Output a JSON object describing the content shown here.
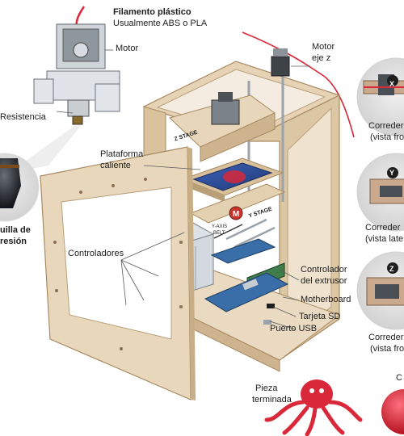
{
  "labels": {
    "filament_title": "Filamento plástico",
    "filament_sub": "Usualmente ABS o PLA",
    "motor": "Motor",
    "resistance": "Resistencia",
    "nozzle_line1": "uilla de",
    "nozzle_line2": "resión",
    "motor_z_line1": "Motor",
    "motor_z_line2": "eje z",
    "z_stage": "Z STAGE",
    "heated_platform_line1": "Plataforma",
    "heated_platform_line2": "caliente",
    "y_stage": "Y STAGE",
    "y_axis_belt_line1": "Y-AXIS",
    "y_axis_belt_line2": "BELT",
    "controllers": "Controladores",
    "extruder_controller_line1": "Controlador",
    "extruder_controller_line2": "del extrusor",
    "motherboard": "Motherboard",
    "sd_card": "Tarjeta SD",
    "usb_port": "Puerto USB",
    "finished_piece_line1": "Pieza",
    "finished_piece_line2": "terminada",
    "rail_front_1_line1": "Correder",
    "rail_front_1_line2": "(vista fro",
    "rail_side_line1": "Correder",
    "rail_side_line2": "(vista late",
    "rail_front_2_line1": "Correder",
    "rail_front_2_line2": "(vista fro",
    "badge_x": "X",
    "badge_y": "Y",
    "badge_z": "Z",
    "right_edge_letter": "C"
  },
  "colors": {
    "wood": "#e6d3b5",
    "wood_edge": "#a88a62",
    "wood_shadow": "#cdb48f",
    "metal": "#b9c0c6",
    "metal_dark": "#6f7880",
    "board_blue": "#3a6ea8",
    "pcb_green": "#3f7d4b",
    "red_print": "#d8283a",
    "platform_blue": "#2f4f9e",
    "leader": "#5a5a5a"
  }
}
